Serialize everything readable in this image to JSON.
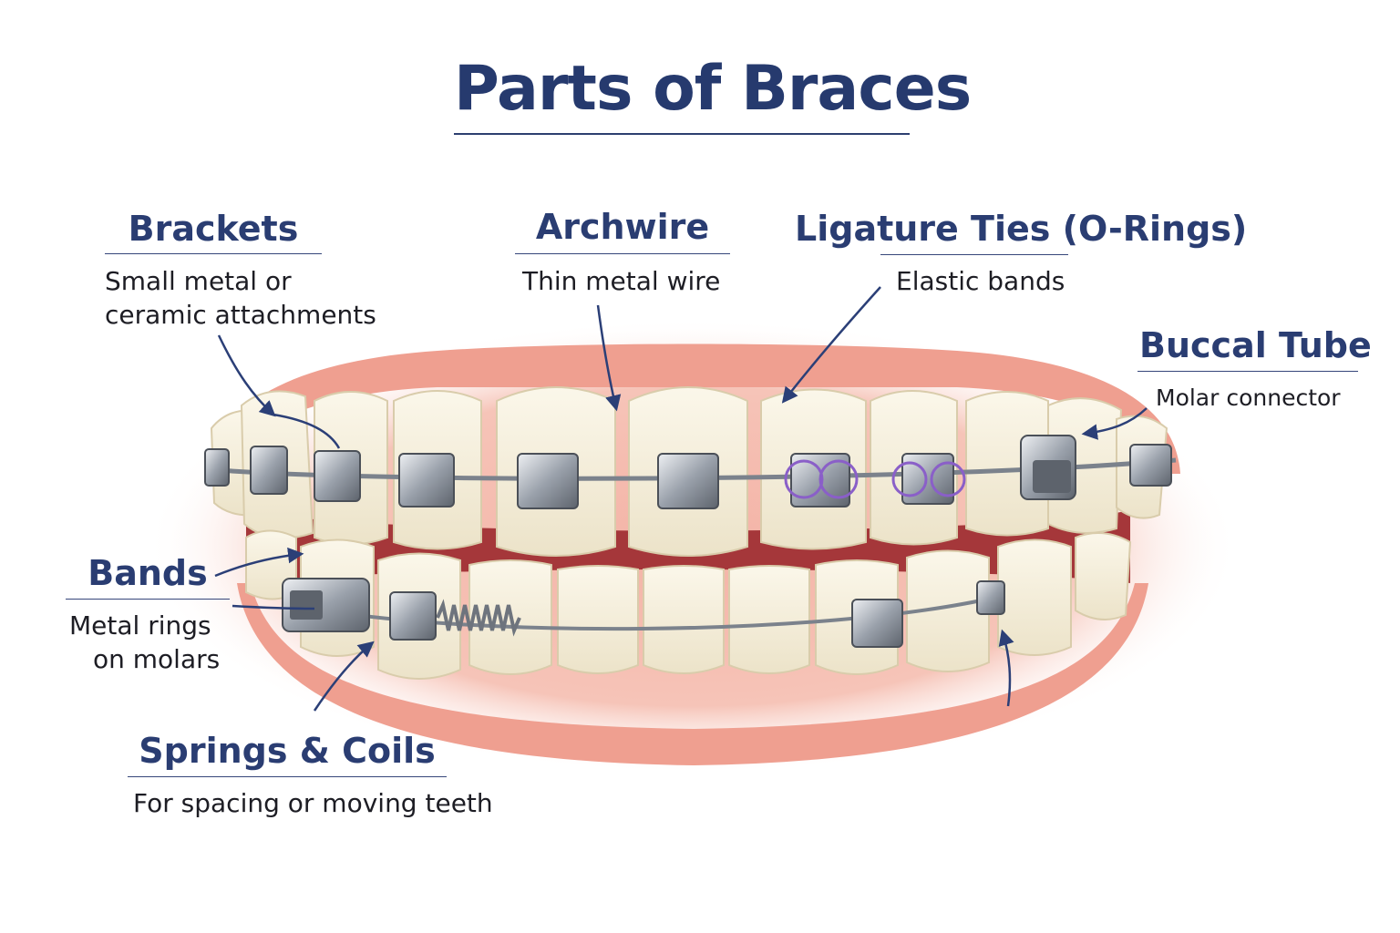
{
  "title": "Parts of Braces",
  "labels": {
    "brackets": {
      "heading": "Brackets",
      "desc_line1": "Small metal or",
      "desc_line2": "ceramic attachments"
    },
    "archwire": {
      "heading": "Archwire",
      "desc": "Thin metal wire"
    },
    "ligature": {
      "heading": "Ligature Ties (O-Rings)",
      "desc": "Elastic bands"
    },
    "buccal": {
      "heading": "Buccal Tube",
      "desc": "Molar connector"
    },
    "bands": {
      "heading": "Bands",
      "desc_line1": "Metal rings",
      "desc_line2": "on molars"
    },
    "springs": {
      "heading": "Springs & Coils",
      "desc": "For spacing or moving teeth"
    }
  },
  "colors": {
    "heading": "#2a3d72",
    "arrow": "#2b3f77",
    "gum": "#f0a89a",
    "tooth": "#f5efdc",
    "metal": "#a7adb6",
    "elastic": "#8a5fc8"
  }
}
